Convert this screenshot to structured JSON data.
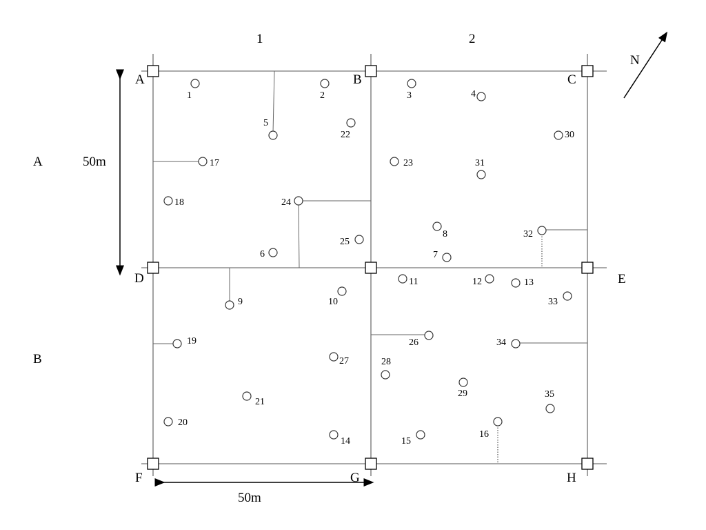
{
  "columns": [
    "1",
    "2"
  ],
  "rows": [
    "A",
    "B"
  ],
  "corners": [
    "A",
    "B",
    "C",
    "D",
    "E",
    "F",
    "G",
    "H"
  ],
  "scale_vertical": "50m",
  "scale_horizontal": "50m",
  "north": "N",
  "points": [
    "1",
    "2",
    "3",
    "4",
    "5",
    "6",
    "7",
    "8",
    "9",
    "10",
    "11",
    "12",
    "13",
    "14",
    "15",
    "16",
    "17",
    "18",
    "19",
    "20",
    "21",
    "22",
    "23",
    "24",
    "25",
    "26",
    "27",
    "28",
    "29",
    "30",
    "31",
    "32",
    "33",
    "34",
    "35"
  ]
}
